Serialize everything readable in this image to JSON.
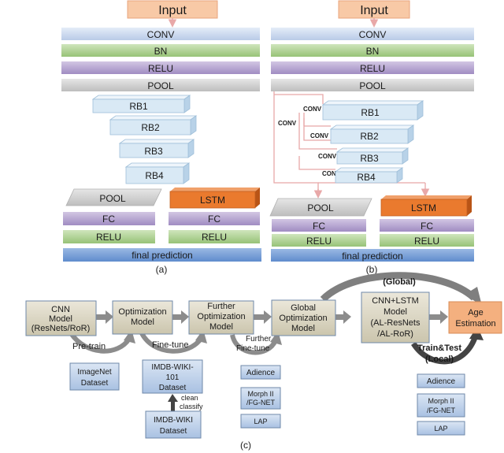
{
  "panel_a": {
    "input": "Input",
    "conv": "CONV",
    "bn": "BN",
    "relu": "RELU",
    "pool": "POOL",
    "rb": [
      "RB1",
      "RB2",
      "RB3",
      "RB4"
    ],
    "pool2": "POOL",
    "lstm": "LSTM",
    "fc_left": "FC",
    "fc_right": "FC",
    "relu_left": "RELU",
    "relu_right": "RELU",
    "final": "final prediction",
    "caption": "(a)"
  },
  "panel_b": {
    "input": "Input",
    "conv": "CONV",
    "bn": "BN",
    "relu": "RELU",
    "pool": "POOL",
    "rb": [
      "RB1",
      "RB2",
      "RB3",
      "RB4"
    ],
    "conv_side": [
      "CONV",
      "CONV",
      "CONV",
      "CONV"
    ],
    "conv_outer": "CONV",
    "pool2": "POOL",
    "lstm": "LSTM",
    "fc_left": "FC",
    "fc_right": "FC",
    "relu_left": "RELU",
    "relu_right": "RELU",
    "final": "final prediction",
    "caption": "(b)"
  },
  "panel_c": {
    "cnn_model": [
      "CNN",
      "Model",
      "(ResNets/RoR)"
    ],
    "optimization_model": [
      "Optimization",
      "Model"
    ],
    "further_optimization": [
      "Further",
      "Optimization",
      "Model"
    ],
    "global_optimization": [
      "Global",
      "Optimization",
      "Model"
    ],
    "cnn_lstm": [
      "CNN+LSTM",
      "Model",
      "(AL-ResNets",
      "/AL-RoR)"
    ],
    "age_estimation": [
      "Age",
      "Estimation"
    ],
    "pretrain": "Pre-train",
    "finetune": "Fine-tune",
    "further_finetune": [
      "Further",
      "Fine-tune"
    ],
    "global_label": "(Global)",
    "train_test": [
      "Train&Test",
      "(Local)"
    ],
    "imagenet": [
      "ImageNet",
      "Dataset"
    ],
    "imdb101": [
      "IMDB-WIKI-",
      "101",
      "Dataset"
    ],
    "imdbwiki": [
      "IMDB-WIKI",
      "Dataset"
    ],
    "clean": [
      "clean",
      "classify"
    ],
    "adience": "Adience",
    "morph": [
      "Morph II",
      "/FG-NET"
    ],
    "lap": "LAP",
    "adience2": "Adience",
    "morph2": [
      "Morph II",
      "/FG-NET"
    ],
    "lap2": "LAP",
    "caption": "(c)"
  },
  "colors": {
    "input_fill": "#f8c9a6",
    "conv_fill": "#c9d8ee",
    "bn_relu_fill": "#a9cf8c",
    "relu_fill": "#b6a3cf",
    "pool_fill": "#cccccc",
    "rb_fill": "#d9e9f5",
    "lstm_fill": "#ea7a2e",
    "final_fill": "#6f99d4",
    "model_fill": "#d9d4c2",
    "dataset_fill": "#bfd2ea",
    "age_fill": "#f4b07f"
  }
}
